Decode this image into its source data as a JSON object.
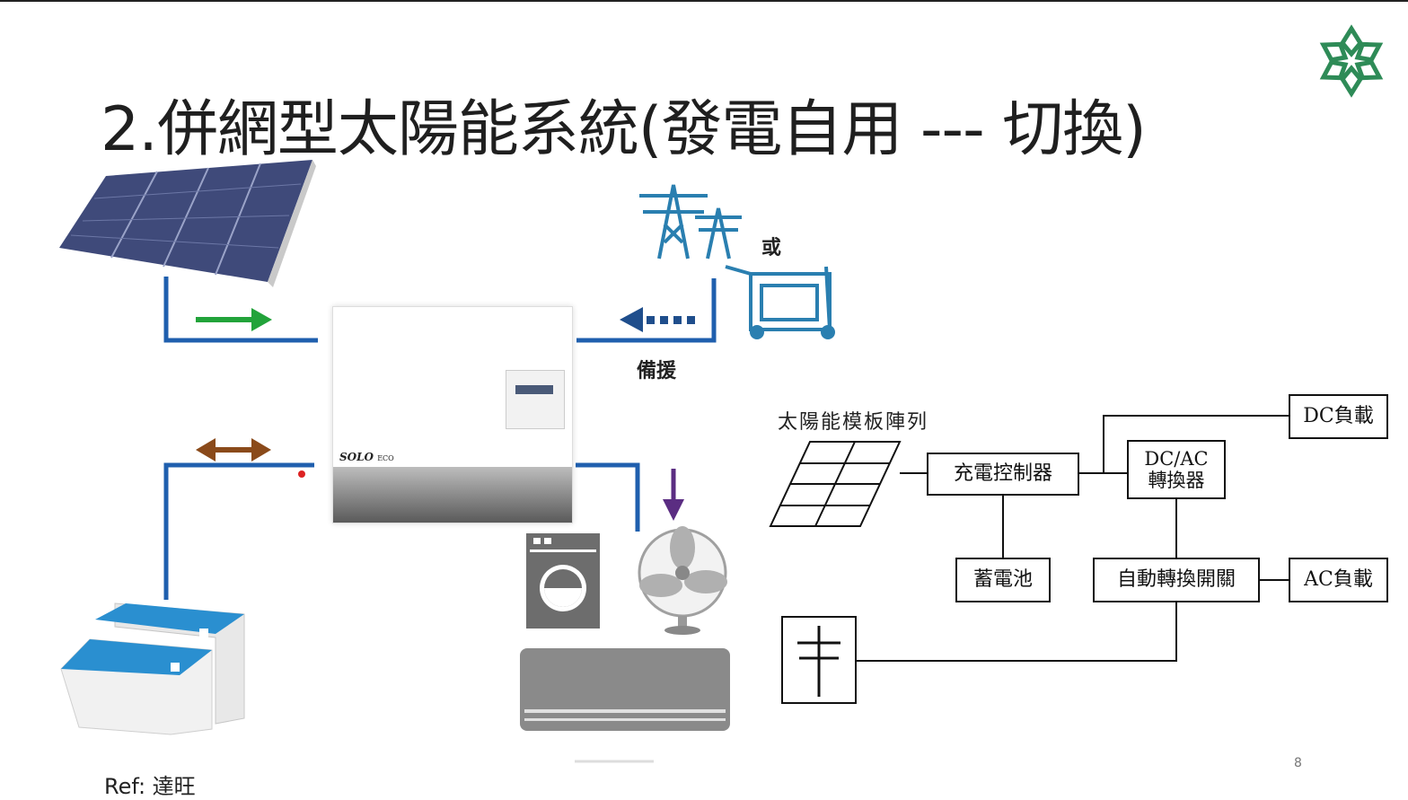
{
  "slide": {
    "title": "2.併網型太陽能系統(發電自用 --- 切換)",
    "page_number": "8",
    "ref": "Ref: 達旺"
  },
  "left_diagram": {
    "or_label": "或",
    "backup_label": "備援",
    "inverter_brand": "SOLO",
    "inverter_model": "ECO",
    "arrow_colors": {
      "solar": "#22a33a",
      "grid": "#1f4e8c",
      "battery": "#8a4a1a",
      "load": "#5b2d82",
      "wire": "#1f5fae"
    }
  },
  "block_diagram": {
    "solar_array_label": "太陽能模板陣列",
    "charge_controller": "充電控制器",
    "dcac_converter": "DC/AC\n轉換器",
    "battery": "蓄電池",
    "ats": "自動轉換開關",
    "dc_load": "DC負載",
    "ac_load": "AC負載"
  }
}
